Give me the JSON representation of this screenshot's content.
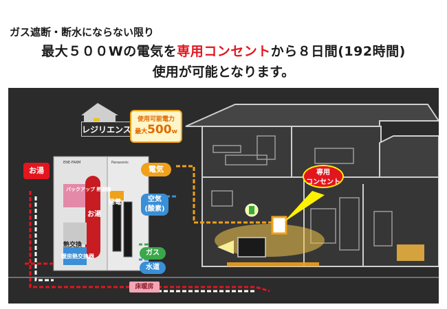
{
  "header": {
    "line1": "ガス遮断・断水にならない限り",
    "line2_pre": "最大５００Wの電気を",
    "line2_highlight": "専用コンセント",
    "line2_post": "から８日間(192時間)",
    "line3": "使用が可能となります。"
  },
  "diagram": {
    "resilience_label": "レジリエンス機能",
    "power_box": {
      "label": "使用可能電力",
      "max_prefix": "最大",
      "value": "500",
      "unit": "w"
    },
    "unit_brands": {
      "left": "ENE-FARM",
      "right": "Panasonic"
    },
    "tank_hot_label": "お湯",
    "hot_water_tag": "お湯",
    "storage_label": "バックアップ 熱源機",
    "hx_label": "熱交換",
    "floor_hx_label": "暖房熱交換器",
    "fuel_label": "発電",
    "electric_tag": "電気",
    "air_tag": "空気",
    "air_sub": "(酸素)",
    "gas_tag": "ガス",
    "water_tag": "水道",
    "floor_heating_tag": "床暖房",
    "outlet_tag_line1": "専用",
    "outlet_tag_line2": "コンセント"
  },
  "colors": {
    "accent_red": "#e2161f",
    "electric_orange": "#f0a11a",
    "air_blue": "#3a8fd6",
    "gas_green": "#3aa84a",
    "panel_bg": "#2b2b2b"
  }
}
